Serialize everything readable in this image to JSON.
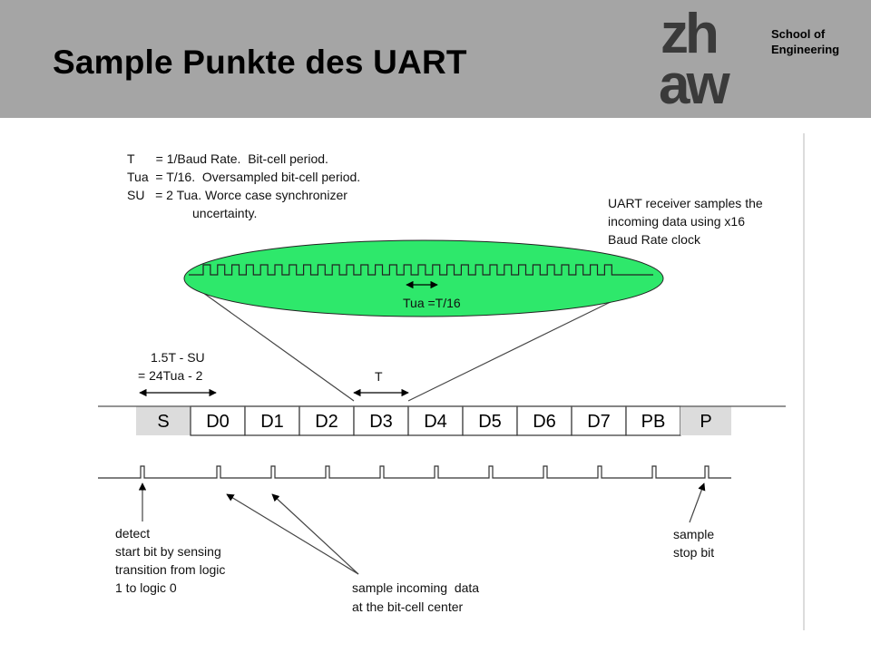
{
  "header": {
    "title": "Sample Punkte des UART",
    "logo_text": "zhaw",
    "school_line1": "School of",
    "school_line2": "Engineering"
  },
  "diagram": {
    "definitions": [
      "T      = 1/Baud Rate.  Bit-cell period.",
      "Tua  = T/16.  Oversampled bit-cell period.",
      "SU   = 2 Tua. Worce case synchronizer",
      "uncertainty."
    ],
    "receiver_note": [
      "UART receiver samples the",
      "incoming data using x16",
      "Baud Rate clock"
    ],
    "tua_label": "Tua =T/16",
    "offset_label": [
      "1.5T - SU",
      "= 24Tua - 2"
    ],
    "period_label": "T",
    "cells": [
      "S",
      "D0",
      "D1",
      "D2",
      "D3",
      "D4",
      "D5",
      "D6",
      "D7",
      "PB",
      "P"
    ],
    "detect_note": [
      "detect",
      "start bit by sensing",
      "transition from logic",
      "1 to logic 0"
    ],
    "sample_note": [
      "sample incoming  data",
      "at the bit-cell center"
    ],
    "stop_note": [
      "sample",
      "stop bit"
    ],
    "colors": {
      "header_bg": "#a5a5a5",
      "ellipse_fill": "#2ee86b",
      "gray_cell": "#dcdcdc"
    }
  }
}
